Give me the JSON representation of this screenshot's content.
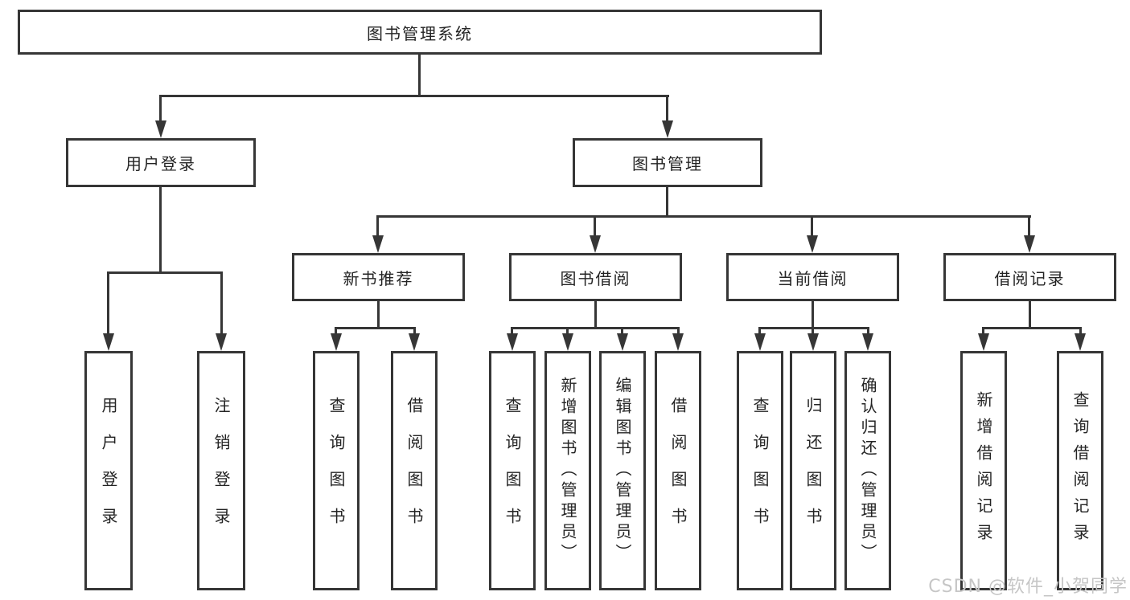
{
  "diagram": {
    "root": {
      "label": "图书管理系统"
    },
    "user_login": {
      "label": "用户登录",
      "children": [
        "用户登录",
        "注销登录"
      ]
    },
    "book_mgmt": {
      "label": "图书管理",
      "sections": [
        {
          "label": "新书推荐",
          "children": [
            "查询图书",
            "借阅图书"
          ]
        },
        {
          "label": "图书借阅",
          "children": [
            "查询图书",
            "新增图书（管理员）",
            "编辑图书（管理员）",
            "借阅图书"
          ]
        },
        {
          "label": "当前借阅",
          "children": [
            "查询图书",
            "归还图书",
            "确认归还（管理员）"
          ]
        },
        {
          "label": "借阅记录",
          "children": [
            "新增借阅记录",
            "查询借阅记录"
          ]
        }
      ]
    }
  },
  "watermark": {
    "text": "CSDN @软件_小贺同学"
  }
}
